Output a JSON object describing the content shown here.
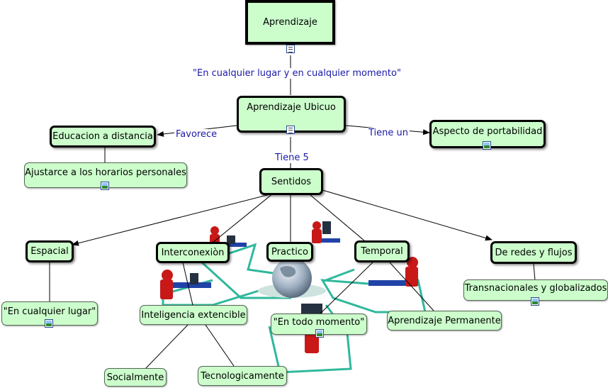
{
  "nodes": {
    "aprendizaje": "Aprendizaje",
    "ubicuo": "Aprendizaje Ubicuo",
    "educacion": "Educacion a distancia",
    "ajustarce": "Ajustarce a los horarios personales",
    "portabilidad": "Aspecto de portabilidad",
    "sentidos": "Sentidos",
    "espacial": "Espacial",
    "interconexion": "Interconexiòn",
    "practico": "Practico",
    "temporal": "Temporal",
    "redes": "De redes y flujos",
    "transnacionales": "Transnacionales y globalizados",
    "cualquier_lugar": "\"En cualquier lugar\"",
    "inteligencia": "Inteligencia extencible",
    "todo_momento": "\"En todo momento\"",
    "permanente": "Aprendizaje Permanente",
    "socialmente": "Socialmente",
    "tecnologicamente": "Tecnologicamente"
  },
  "links": {
    "cualquier_momento": "\"En cualquier lugar y en cualquier momento\"",
    "favorece": "Favorece",
    "tiene_un": "Tiene un",
    "tiene_5": "Tiene 5"
  },
  "icons": [
    "doc-icon",
    "image-icon"
  ],
  "colors": {
    "node_fill": "#ccfecc",
    "link_text": "#1a1aa8",
    "line": "#000000"
  }
}
